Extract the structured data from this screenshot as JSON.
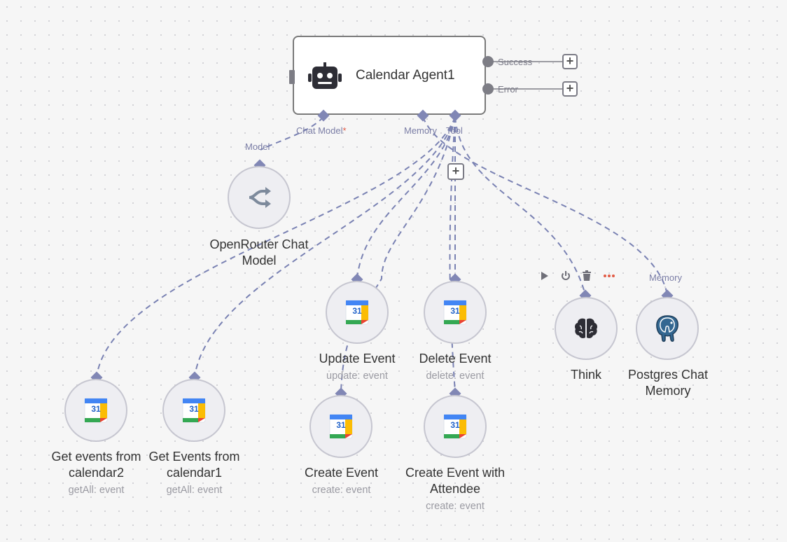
{
  "agent": {
    "title": "Calendar Agent1",
    "outputs": [
      "Success",
      "Error"
    ],
    "ports": {
      "chat_model": "Chat Model",
      "required_mark": "*",
      "memory": "Memory",
      "tool": "Tool"
    }
  },
  "nodes": [
    {
      "id": "openrouter",
      "title_line1": "OpenRouter Chat",
      "title_line2": "Model",
      "port_label": "Model"
    },
    {
      "id": "get2",
      "title_line1": "Get events from",
      "title_line2": "calendar2",
      "subtitle": "getAll: event"
    },
    {
      "id": "get1",
      "title_line1": "Get Events from",
      "title_line2": "calendar1",
      "subtitle": "getAll: event"
    },
    {
      "id": "update",
      "title_line1": "Update Event",
      "subtitle": "update: event"
    },
    {
      "id": "delete",
      "title_line1": "Delete Event",
      "subtitle": "delete: event"
    },
    {
      "id": "create",
      "title_line1": "Create Event",
      "subtitle": "create: event"
    },
    {
      "id": "create_att",
      "title_line1": "Create Event with",
      "title_line2": "Attendee",
      "subtitle": "create: event"
    },
    {
      "id": "think",
      "title_line1": "Think"
    },
    {
      "id": "postgres",
      "title_line1": "Postgres Chat",
      "title_line2": "Memory",
      "port_label": "Memory"
    }
  ],
  "icons": {
    "agent": "robot-icon",
    "openrouter": "openrouter-icon",
    "calendar": "google-calendar-icon",
    "think": "brain-icon",
    "postgres": "postgres-elephant-icon"
  },
  "calendar_day": "31",
  "colors": {
    "link": "#7a82b3",
    "accent_red": "#e25b45",
    "node_fill": "#eeeef2"
  }
}
